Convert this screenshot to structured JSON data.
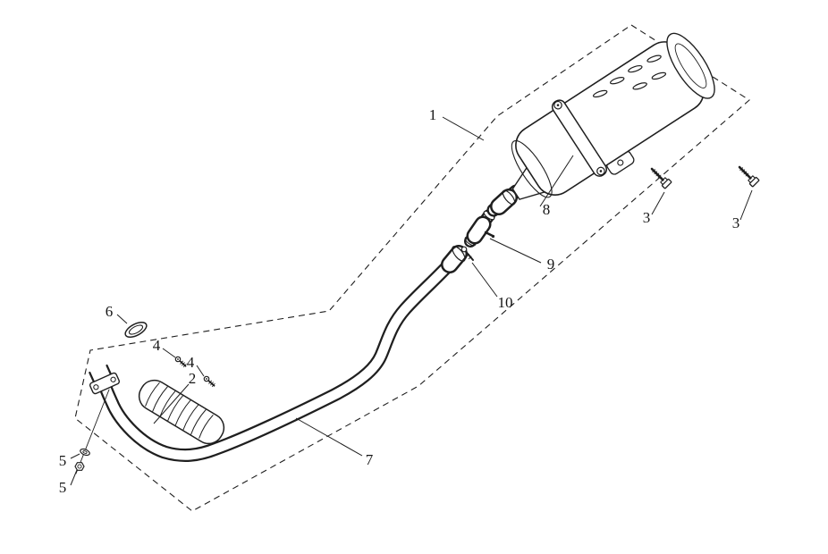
{
  "page": {
    "background_color": "#ffffff",
    "line_color": "#1f1f1f"
  },
  "callouts": [
    {
      "label": "1"
    },
    {
      "label": "2"
    },
    {
      "label": "3"
    },
    {
      "label": "3"
    },
    {
      "label": "4"
    },
    {
      "label": "4"
    },
    {
      "label": "5"
    },
    {
      "label": "5"
    },
    {
      "label": "6"
    },
    {
      "label": "7"
    },
    {
      "label": "8"
    },
    {
      "label": "9"
    },
    {
      "label": "10"
    }
  ]
}
